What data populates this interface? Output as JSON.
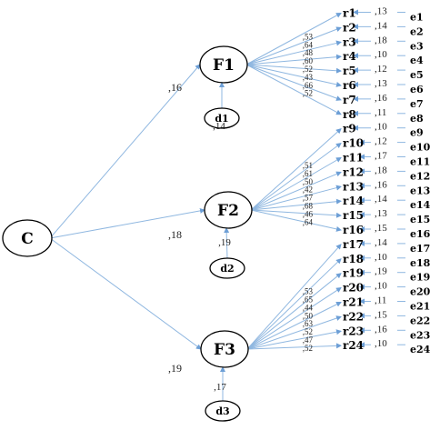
{
  "c_node": {
    "label": "C"
  },
  "factors": [
    {
      "label": "F1",
      "path_from_c": ",16",
      "disturbance": {
        "label": "d1",
        "value": ",14"
      },
      "indicators": [
        {
          "label": "r1",
          "loading": ",53",
          "error_value": ",13",
          "error": "e1"
        },
        {
          "label": "r2",
          "loading": ",64",
          "error_value": ",14",
          "error": "e2"
        },
        {
          "label": "r3",
          "loading": ",48",
          "error_value": ",18",
          "error": "e3"
        },
        {
          "label": "r4",
          "loading": ",60",
          "error_value": ",10",
          "error": "e4"
        },
        {
          "label": "r5",
          "loading": ",52",
          "error_value": ",12",
          "error": "e5"
        },
        {
          "label": "r6",
          "loading": ",43",
          "error_value": ",13",
          "error": "e6"
        },
        {
          "label": "r7",
          "loading": ",66",
          "error_value": ",16",
          "error": "e7"
        },
        {
          "label": "r8",
          "loading": ",52",
          "error_value": ",11",
          "error": "e8"
        }
      ]
    },
    {
      "label": "F2",
      "path_from_c": ",18",
      "disturbance": {
        "label": "d2",
        "value": ",19"
      },
      "indicators": [
        {
          "label": "r9",
          "loading": ",51",
          "error_value": ",10",
          "error": "e9"
        },
        {
          "label": "r10",
          "loading": ",61",
          "error_value": ",12",
          "error": "e10"
        },
        {
          "label": "r11",
          "loading": ",50",
          "error_value": ",17",
          "error": "e11"
        },
        {
          "label": "r12",
          "loading": ",42",
          "error_value": ",18",
          "error": "e12"
        },
        {
          "label": "r13",
          "loading": ",57",
          "error_value": ",16",
          "error": "e13"
        },
        {
          "label": "r14",
          "loading": ",68",
          "error_value": ",14",
          "error": "e14"
        },
        {
          "label": "r15",
          "loading": ",46",
          "error_value": ",13",
          "error": "e15"
        },
        {
          "label": "r16",
          "loading": ",64",
          "error_value": ",15",
          "error": "e16"
        }
      ]
    },
    {
      "label": "F3",
      "path_from_c": ",19",
      "disturbance": {
        "label": "d3",
        "value": ",17"
      },
      "indicators": [
        {
          "label": "r17",
          "loading": ",53",
          "error_value": ",14",
          "error": "e17"
        },
        {
          "label": "r18",
          "loading": ",65",
          "error_value": ",10",
          "error": "e18"
        },
        {
          "label": "r19",
          "loading": ",44",
          "error_value": ",19",
          "error": "e19"
        },
        {
          "label": "r20",
          "loading": ",50",
          "error_value": ",10",
          "error": "e20"
        },
        {
          "label": "r21",
          "loading": ",63",
          "error_value": ",11",
          "error": "e21"
        },
        {
          "label": "r22",
          "loading": ",52",
          "error_value": ",15",
          "error": "e22"
        },
        {
          "label": "r23",
          "loading": ",47",
          "error_value": ",16",
          "error": "e23"
        },
        {
          "label": "r24",
          "loading": ",52",
          "error_value": ",10",
          "error": "e24"
        }
      ]
    }
  ]
}
